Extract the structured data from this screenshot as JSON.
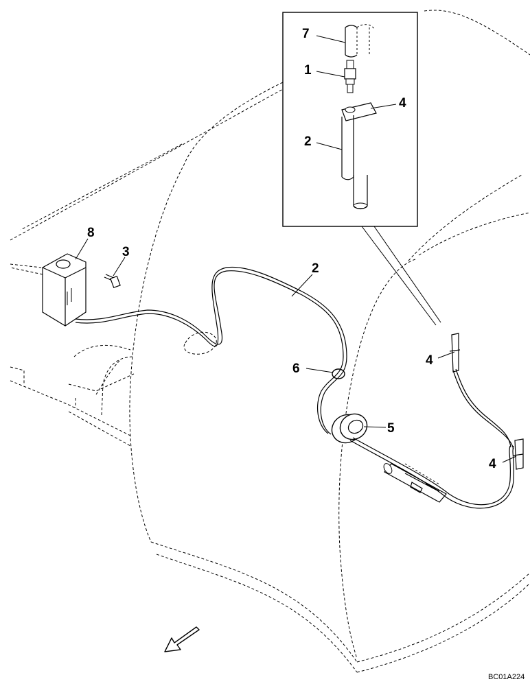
{
  "callouts": {
    "inset_7": "7",
    "inset_1": "1",
    "inset_4": "4",
    "inset_2": "2",
    "main_8": "8",
    "main_3": "3",
    "main_2": "2",
    "main_6": "6",
    "main_5": "5",
    "main_4_upper": "4",
    "main_4_lower": "4"
  },
  "drawing_code": "BC01A224"
}
